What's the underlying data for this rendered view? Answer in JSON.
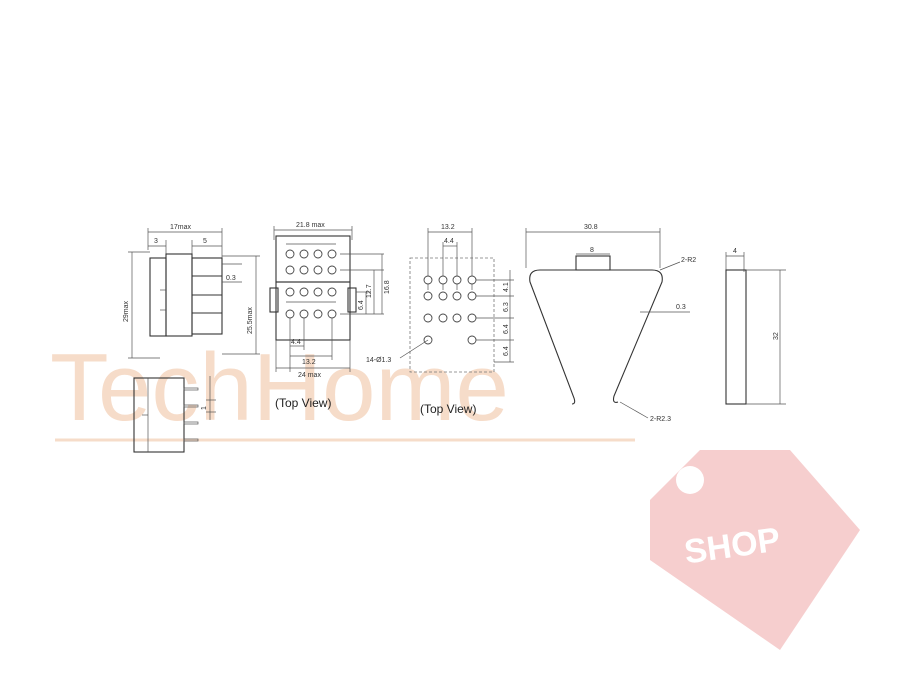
{
  "watermark": {
    "brand_text": "TechHome",
    "badge_text": "SHOP",
    "brand_color": "#f6dcc9",
    "badge_color": "#f4c6c6"
  },
  "side_view": {
    "dim_width": "17max",
    "dim_left": "3",
    "dim_right": "5",
    "dim_step": "0.3",
    "dim_height": "29max",
    "dim_body_height": "25.5max"
  },
  "pin_view": {
    "dim_pin": "1"
  },
  "socket_top_view": {
    "dim_top": "21.8 max",
    "dim_h1": "6.4",
    "dim_h2": "12.7",
    "dim_h3": "16.8",
    "dim_pitch": "4.4",
    "dim_span": "13.2",
    "dim_base": "24 max",
    "caption": "(Top View)"
  },
  "pcb_layout": {
    "dim_span": "13.2",
    "dim_pitch": "4.4",
    "dim_v1": "4.1",
    "dim_v2": "6.3",
    "dim_v3": "6.4",
    "dim_v4": "6.4",
    "hole_callout": "14-Ø1.3",
    "caption": "(Top View)"
  },
  "clip": {
    "dim_width": "30.8",
    "dim_top": "8",
    "dim_radius_top": "2-R2",
    "dim_thickness": "0.3",
    "dim_radius_bottom": "2-R2.3"
  },
  "clip_side": {
    "dim_width": "4",
    "dim_height": "32"
  }
}
